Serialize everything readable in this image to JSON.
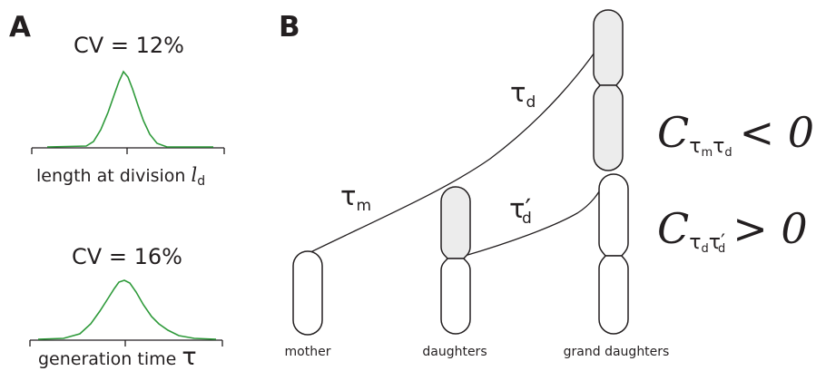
{
  "panel_a": {
    "label": "A",
    "dist1": {
      "cv_text": "CV = 12%",
      "axis_label": "length at division ",
      "axis_symbol": "l",
      "axis_subscript": "d"
    },
    "dist2": {
      "cv_text": "CV = 16%",
      "axis_label": "generation time ",
      "axis_symbol": "τ"
    },
    "curve_color": "#2e9a3a"
  },
  "panel_b": {
    "label": "B",
    "cell_labels": {
      "mother": "mother",
      "daughters": "daughters",
      "grand_daughters": "grand daughters"
    },
    "edge_labels": {
      "tau_m": {
        "symbol": "τ",
        "sub": "m"
      },
      "tau_d": {
        "symbol": "τ",
        "sub": "d"
      },
      "tau_d_prime": {
        "symbol": "τ′",
        "sub": "d"
      }
    },
    "equations": {
      "eq1": {
        "C": "C",
        "sub": "τ",
        "sub2": "m",
        "sub3": "τ",
        "sub4": "d",
        "rel": "< 0"
      },
      "eq2": {
        "C": "C",
        "sub": "τ",
        "sub2": "d",
        "sub3": "τ′",
        "sub4": "d",
        "rel": "> 0"
      }
    },
    "shaded_cell_color": "#ececec"
  }
}
